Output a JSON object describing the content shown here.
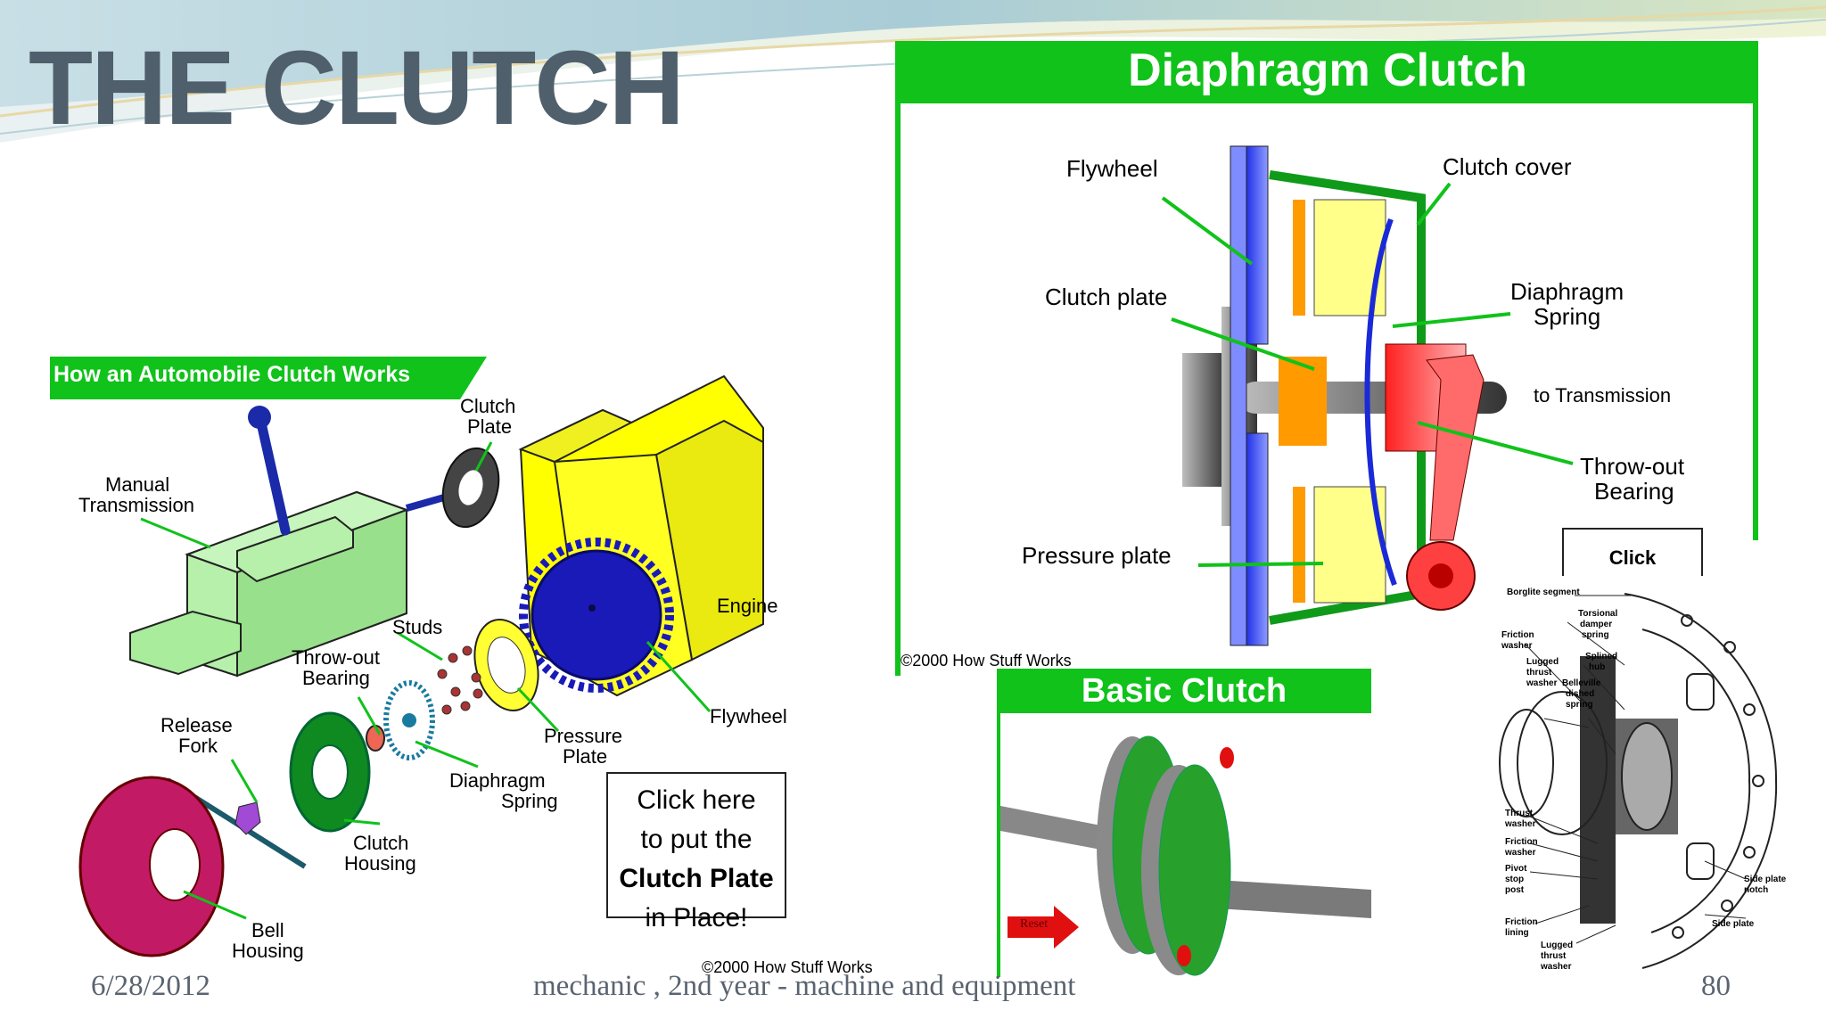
{
  "slide": {
    "title": "THE CLUTCH",
    "date": "6/28/2012",
    "footer": "mechanic , 2nd year - machine and equipment",
    "page": "80"
  },
  "how_clutch": {
    "banner": "How an Automobile Clutch Works",
    "labels": {
      "clutch_plate_1": "Clutch",
      "clutch_plate_2": "Plate",
      "manual_1": "Manual",
      "manual_2": "Transmission",
      "engine": "Engine",
      "studs": "Studs",
      "throw_out_1": "Throw-out",
      "throw_out_2": "Bearing",
      "release_1": "Release",
      "release_2": "Fork",
      "pressure_1": "Pressure",
      "pressure_2": "Plate",
      "flywheel": "Flywheel",
      "diaphragm_1": "Diaphragm",
      "diaphragm_2": "Spring",
      "clutch_housing_1": "Clutch",
      "clutch_housing_2": "Housing",
      "bell_1": "Bell",
      "bell_2": "Housing"
    },
    "click_box": {
      "line1": "Click here",
      "line2": "to put the",
      "line3": "Clutch Plate",
      "line4": "in Place!"
    },
    "copyright": "©2000 How Stuff Works"
  },
  "diaphragm_clutch": {
    "banner": "Diaphragm Clutch",
    "labels": {
      "flywheel": "Flywheel",
      "clutch_cover": "Clutch cover",
      "clutch_plate": "Clutch plate",
      "diaphragm_1": "Diaphragm",
      "diaphragm_2": "Spring",
      "to_transmission": "to Transmission",
      "throw_out_1": "Throw-out",
      "throw_out_2": "Bearing",
      "pressure_plate": "Pressure plate"
    },
    "click": "Click",
    "copyright": "©2000 How Stuff Works"
  },
  "basic_clutch": {
    "banner": "Basic Clutch",
    "reset": "Reset"
  },
  "section_drawing": {
    "labels": {
      "borglite": "Borglite segment",
      "torsional_1": "Torsional",
      "torsional_2": "damper",
      "torsional_3": "spring",
      "friction_washer_1": "Friction",
      "friction_washer_2": "washer",
      "splined_1": "Splined",
      "splined_2": "hub",
      "lugged_1": "Lugged",
      "lugged_2": "thrust",
      "lugged_3": "washer",
      "belleville_1": "Belleville",
      "belleville_2": "dished",
      "belleville_3": "spring",
      "thrust_1": "Thrust",
      "thrust_2": "washer",
      "friction2_1": "Friction",
      "friction2_2": "washer",
      "pivot_1": "Pivot",
      "pivot_2": "stop",
      "pivot_3": "post",
      "side_notch_1": "Side plate",
      "side_notch_2": "notch",
      "side_plate": "Side plate",
      "friction_lining_1": "Friction",
      "friction_lining_2": "lining",
      "lugged2_1": "Lugged",
      "lugged2_2": "thrust",
      "lugged2_3": "washer"
    }
  }
}
